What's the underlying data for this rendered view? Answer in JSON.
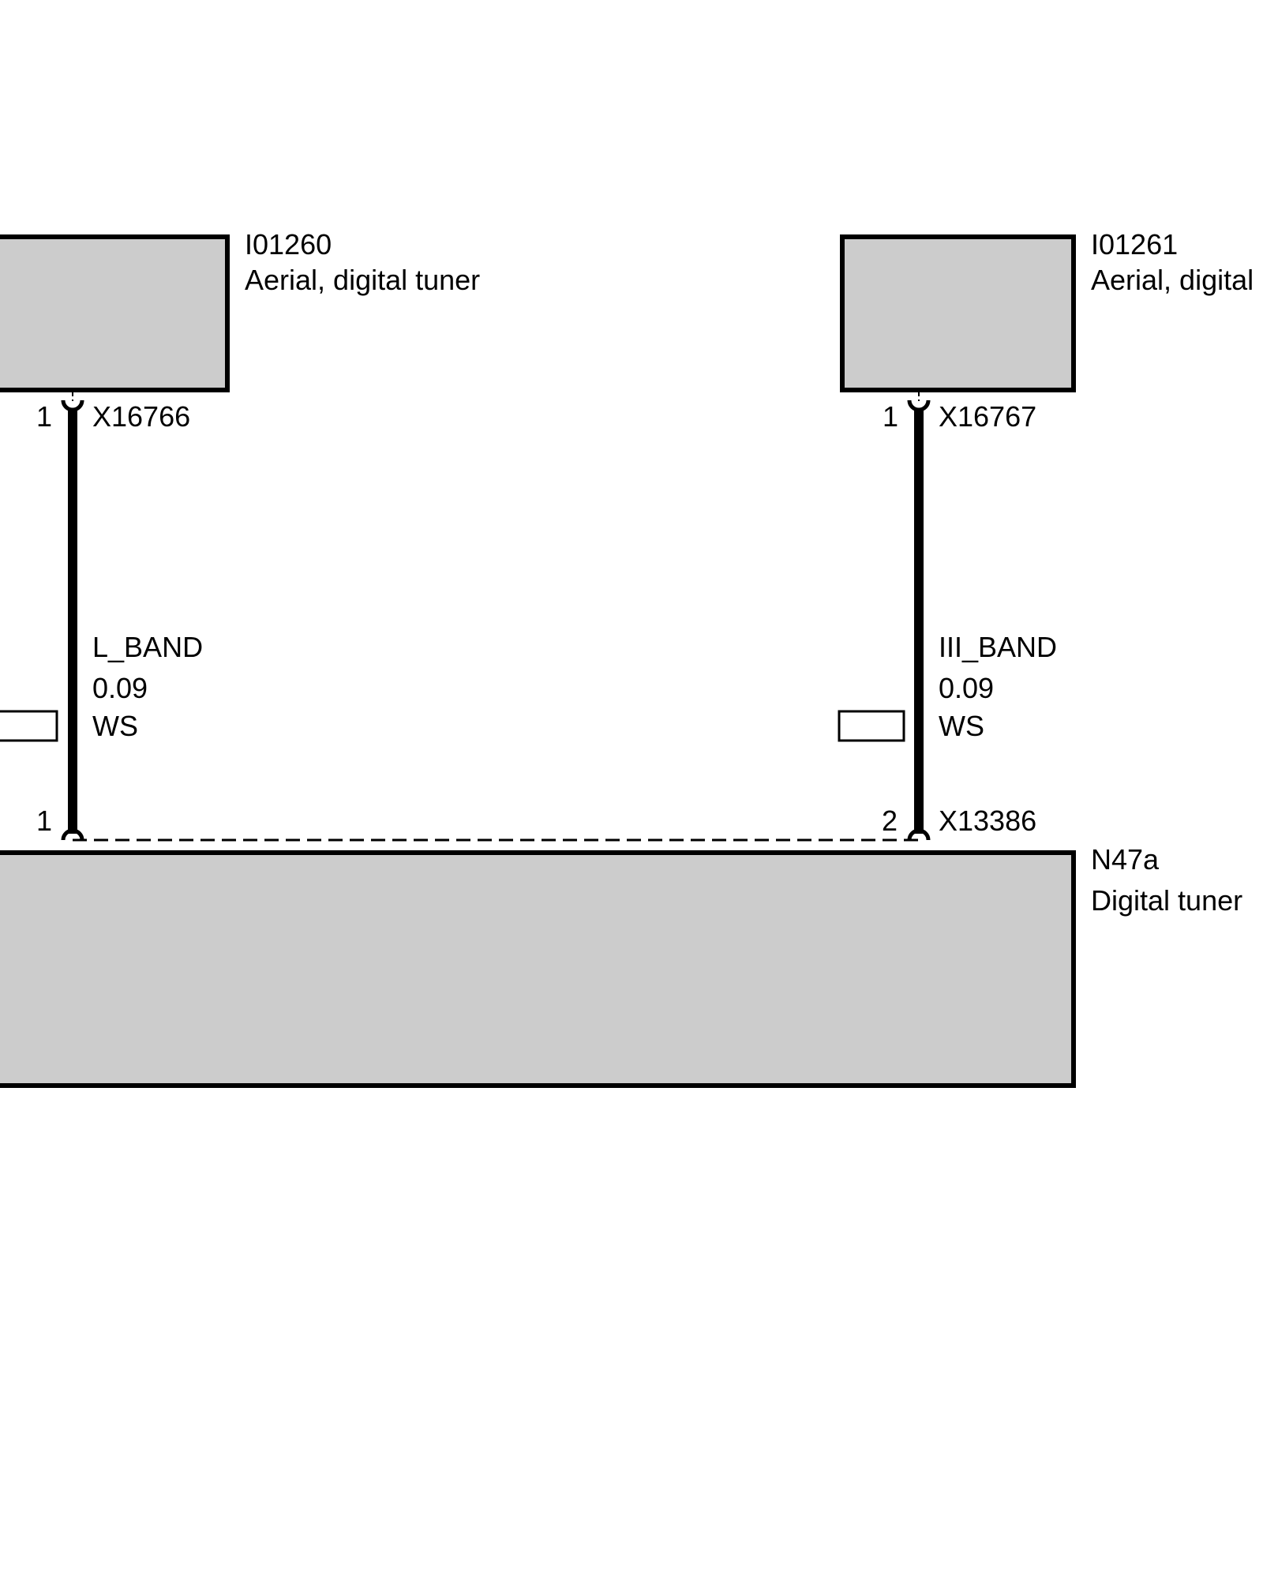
{
  "components": {
    "aerial_left": {
      "id": "I01260",
      "name": "Aerial, digital tuner",
      "connector": "X16766",
      "pin": "1"
    },
    "aerial_right": {
      "id": "I01261",
      "name": "Aerial, digital",
      "connector": "X16767",
      "pin": "1"
    },
    "tuner": {
      "id": "N47a",
      "name": "Digital tuner",
      "connector": "X13386",
      "pin_left": "1",
      "pin_right": "2"
    }
  },
  "wires": {
    "left": {
      "signal": "L_BAND",
      "cross_section": "0.09",
      "color_code": "WS"
    },
    "right": {
      "signal": "III_BAND",
      "cross_section": "0.09",
      "color_code": "WS"
    }
  },
  "colors": {
    "component_fill": "#cccccc",
    "line": "#000000",
    "background": "#ffffff"
  }
}
